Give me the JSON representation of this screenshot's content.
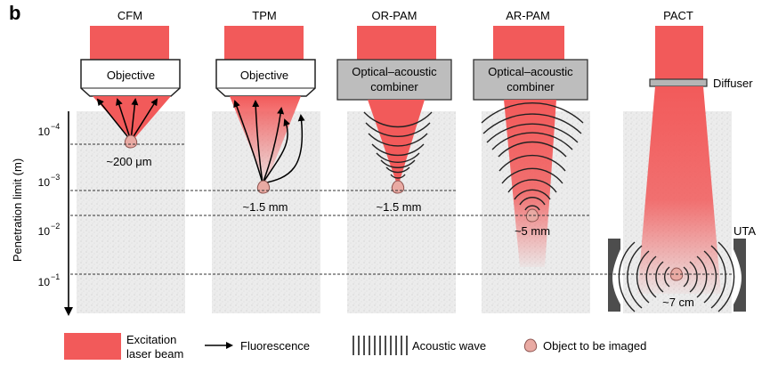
{
  "panel_label": "b",
  "y_axis": {
    "label": "Penetration limit (m)",
    "ticks": [
      {
        "base": "10",
        "exp": "−4"
      },
      {
        "base": "10",
        "exp": "−3"
      },
      {
        "base": "10",
        "exp": "−2"
      },
      {
        "base": "10",
        "exp": "−1"
      }
    ]
  },
  "columns": [
    {
      "title": "CFM",
      "box_lines": [
        "Objective"
      ],
      "depth": "~200 μm"
    },
    {
      "title": "TPM",
      "box_lines": [
        "Objective"
      ],
      "depth": "~1.5 mm"
    },
    {
      "title": "OR-PAM",
      "box_lines": [
        "Optical–acoustic",
        "combiner"
      ],
      "depth": "~1.5 mm"
    },
    {
      "title": "AR-PAM",
      "box_lines": [
        "Optical–acoustic",
        "combiner"
      ],
      "depth": "~5 mm"
    },
    {
      "title": "PACT",
      "box_lines": [],
      "diffuser_label": "Diffuser",
      "uta_label": "UTA",
      "depth": "~7 cm"
    }
  ],
  "legend": {
    "laser": [
      "Excitation",
      "laser beam"
    ],
    "fluorescence": "Fluorescence",
    "acoustic": "Acoustic wave",
    "object": "Object to be imaged"
  },
  "colors": {
    "laser": "#f25a5a",
    "laser_light": "#f9b3b3",
    "tissue": "#ebebeb",
    "combiner": "#bdbdbd",
    "object_fill": "#e9aaa3",
    "object_stroke": "#8d5450",
    "transducer": "#4d4d4d",
    "diffuser": "#b5b5b5"
  }
}
